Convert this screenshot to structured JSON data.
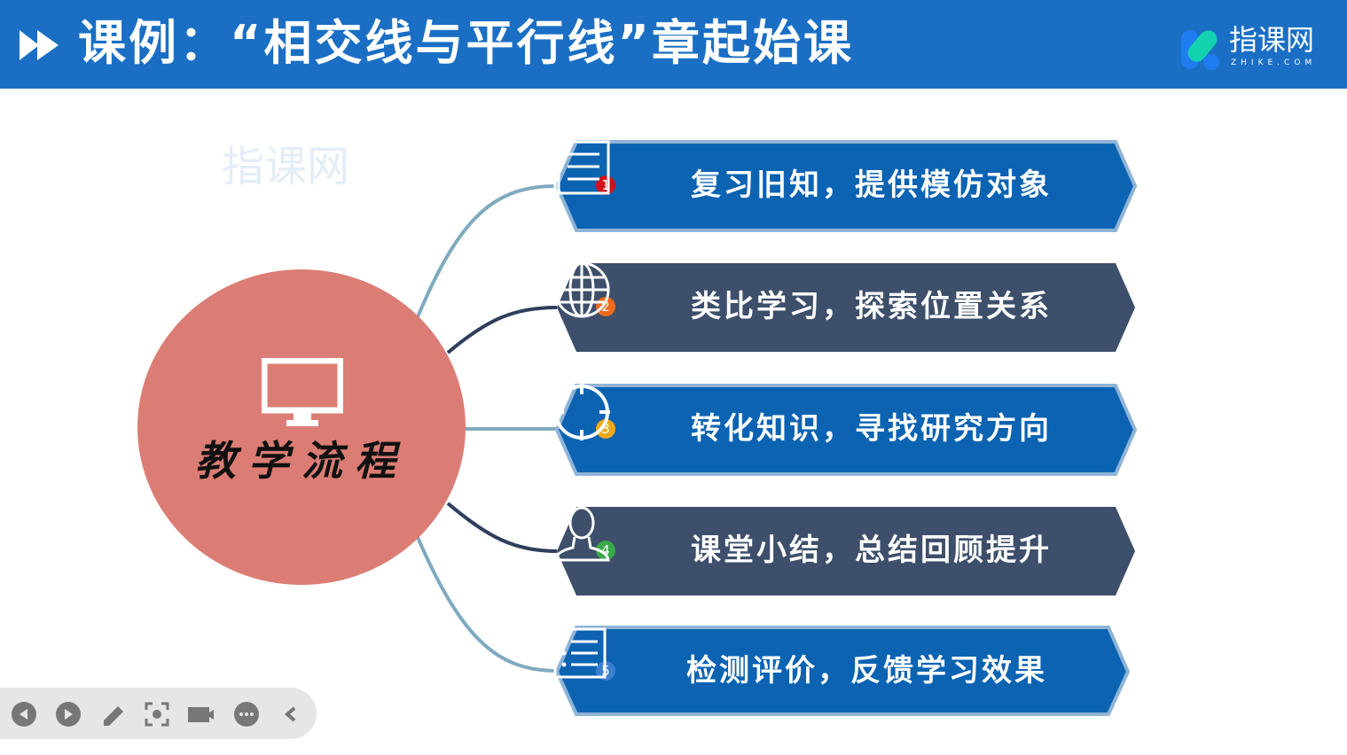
{
  "header": {
    "title": "课例：“相交线与平行线”章起始课",
    "logo_text": "指课网",
    "logo_sub": "ZHIKE.COM"
  },
  "center": {
    "label": "教学流程"
  },
  "steps": [
    {
      "num": "1",
      "text": "复习旧知，提供模仿对象",
      "icon": "list-document-icon",
      "badge_color": "#d0101a",
      "fill": "#0b63b2"
    },
    {
      "num": "2",
      "text": "类比学习，探索位置关系",
      "icon": "globe-icon",
      "badge_color": "#ee6b1c",
      "fill": "#3d4f6a"
    },
    {
      "num": "3",
      "text": "转化知识，寻找研究方向",
      "icon": "crosshair-icon",
      "badge_color": "#f0a81a",
      "fill": "#0b63b2"
    },
    {
      "num": "4",
      "text": "课堂小结，总结回顾提升",
      "icon": "user-icon",
      "badge_color": "#3aa84a",
      "fill": "#3d4f6a"
    },
    {
      "num": "5",
      "text": "检测评价，反馈学习效果",
      "icon": "checklist-icon",
      "badge_color": "#3a7fd0",
      "fill": "#0b63b2"
    }
  ],
  "watermark": "指课网"
}
